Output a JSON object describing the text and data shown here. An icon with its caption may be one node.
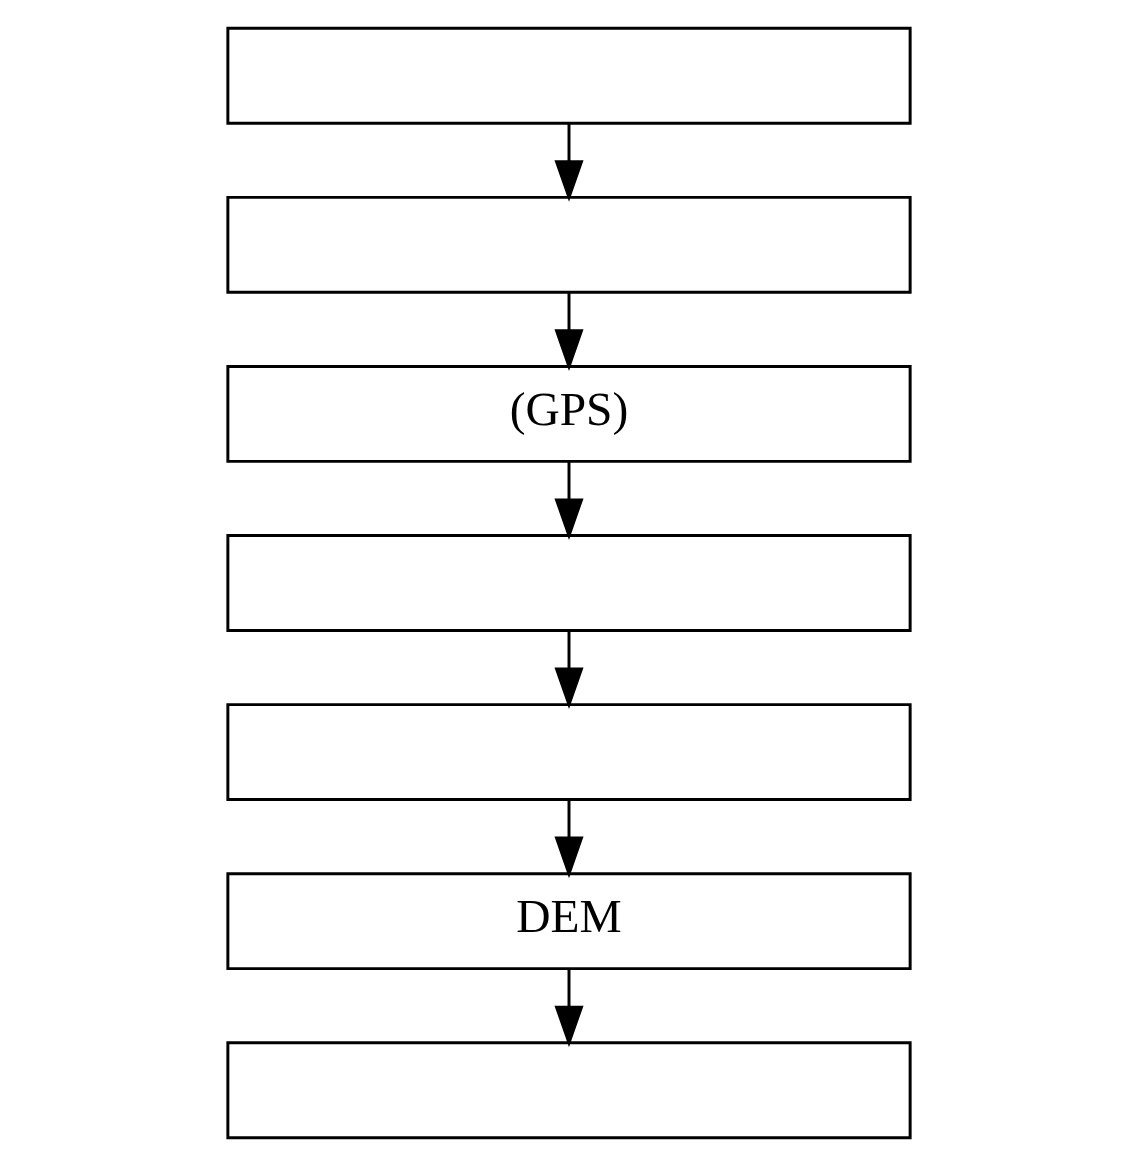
{
  "diagram": {
    "nodes": [
      {
        "text": [],
        "shape": "box"
      },
      {
        "text": [],
        "shape": "box"
      },
      {
        "text": [
          "(GPS)"
        ]
      },
      {
        "text": [],
        "shape": "box"
      },
      {
        "text": [],
        "shape": "box"
      },
      {
        "text": [
          "DEM"
        ]
      },
      {
        "text": [],
        "shape": "box"
      }
    ],
    "edges": [
      {
        "from": 0,
        "to": 1,
        "arrow": "to"
      },
      {
        "from": 1,
        "to": 2,
        "arrow": "to"
      },
      {
        "from": 2,
        "to": 3,
        "arrow": "to"
      },
      {
        "from": 3,
        "to": 4,
        "arrow": "to"
      },
      {
        "from": 4,
        "to": 5,
        "arrow": "to"
      },
      {
        "from": 5,
        "to": 6,
        "arrow": "to"
      }
    ]
  }
}
